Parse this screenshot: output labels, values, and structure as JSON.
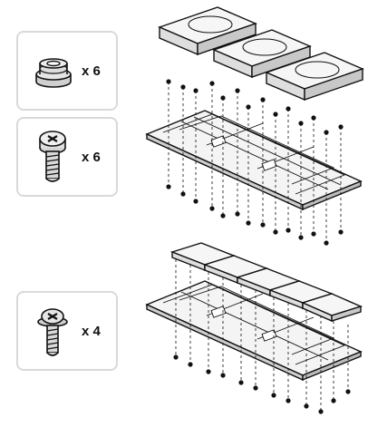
{
  "parts": [
    {
      "name": "grommet",
      "quantity": "x 6"
    },
    {
      "name": "screw-large-head",
      "quantity": "x 6"
    },
    {
      "name": "screw-flange-head",
      "quantity": "x 4"
    }
  ],
  "assemblies": [
    {
      "name": "hdd-tray-assembly",
      "drive_count": 3,
      "drive_type": "3.5-inch hard drive"
    },
    {
      "name": "ssd-tray-assembly",
      "drive_count": 5,
      "drive_type": "2.5-inch drive"
    }
  ],
  "colors": {
    "line": "#111111",
    "card_border": "#d9d9d9",
    "part_fill": "#e6e6e6"
  }
}
